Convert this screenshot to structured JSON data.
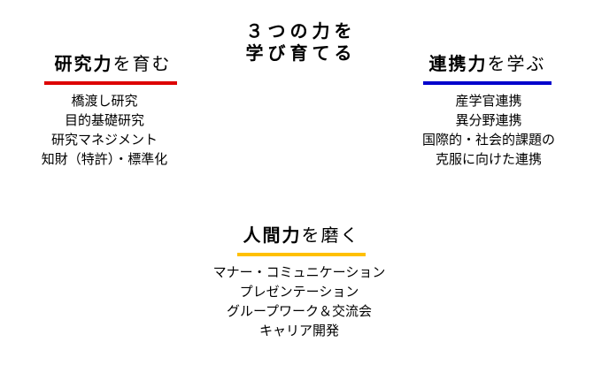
{
  "title": {
    "line1": "３つの力を",
    "line2": "学び育てる"
  },
  "colors": {
    "background": "#ffffff",
    "text": "#000000",
    "research_underline": "#dd0000",
    "collaboration_underline": "#0000cc",
    "human_underline": "#ffc000"
  },
  "sections": {
    "research": {
      "heading_strong": "研究力",
      "heading_rest": "を育む",
      "items": [
        "橋渡し研究",
        "目的基礎研究",
        "研究マネジメント",
        "知財（特許）・標準化"
      ]
    },
    "collaboration": {
      "heading_strong": "連携力",
      "heading_rest": "を学ぶ",
      "items": [
        "産学官連携",
        "異分野連携",
        "国際的・社会的課題の",
        "克服に向けた連携"
      ]
    },
    "human": {
      "heading_strong": "人間力",
      "heading_rest": "を磨く",
      "items": [
        "マナー・コミュニケーション",
        "プレゼンテーション",
        "グループワーク＆交流会",
        "キャリア開発"
      ]
    }
  }
}
